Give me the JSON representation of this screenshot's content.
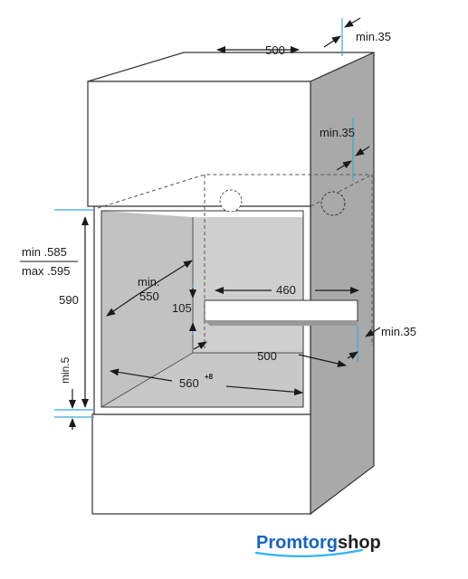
{
  "dimensions": {
    "top_width": "500",
    "top_gap": "min.35",
    "side_gap_upper": "min.35",
    "height_min": "min .585",
    "height_max": "max .595",
    "height_590": "590",
    "gap_min5": "min.5",
    "depth_min": "min.",
    "depth_min_value": "550",
    "vent_width": "460",
    "vent_height": "105",
    "bottom_depth": "500",
    "side_gap_lower": "min.35",
    "front_width": "560",
    "front_width_tolerance": "+8"
  },
  "brand": {
    "part1": "Promtorg",
    "part2": "shop",
    "color1": "#1565c0",
    "color2": "#222222",
    "underline_color": "#29b6f6"
  },
  "colors": {
    "cabinet_side": "#a9a9a9",
    "cabinet_front": "#ffffff",
    "niche_back": "#cfcfcf",
    "dimension_line": "#3aa6d8",
    "outline": "#333333"
  }
}
